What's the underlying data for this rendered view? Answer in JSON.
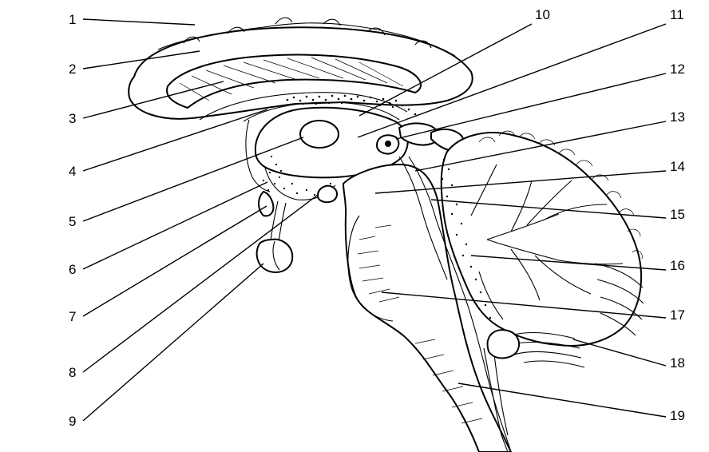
{
  "labels_left": [
    "1",
    "2",
    "3",
    "4",
    "5",
    "6",
    "7",
    "8",
    "9"
  ],
  "labels_right": [
    "10",
    "11",
    "12",
    "13",
    "14",
    "15",
    "16",
    "17",
    "18",
    "19"
  ],
  "ink_color": "#000000",
  "background_color": "#ffffff"
}
